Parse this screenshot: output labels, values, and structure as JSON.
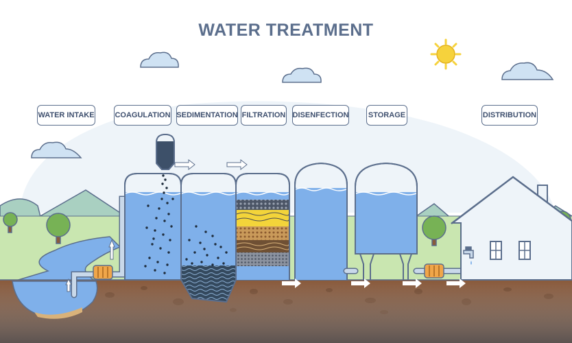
{
  "title": "WATER TREATMENT",
  "stages": {
    "intake": "WATER INTAKE",
    "coagulation": "COAGULATION",
    "sedimentation": "SEDIMENTATION",
    "filtration": "FILTRATION",
    "disinfection": "DISENFECTION",
    "storage": "STORAGE",
    "distribution": "DISTRIBUTION"
  },
  "colors": {
    "outline": "#5b6e8c",
    "water": "#7fb0ea",
    "sun": "#f6d23c",
    "grass": "#c9e6b0",
    "soil": "#8a5a3b"
  }
}
